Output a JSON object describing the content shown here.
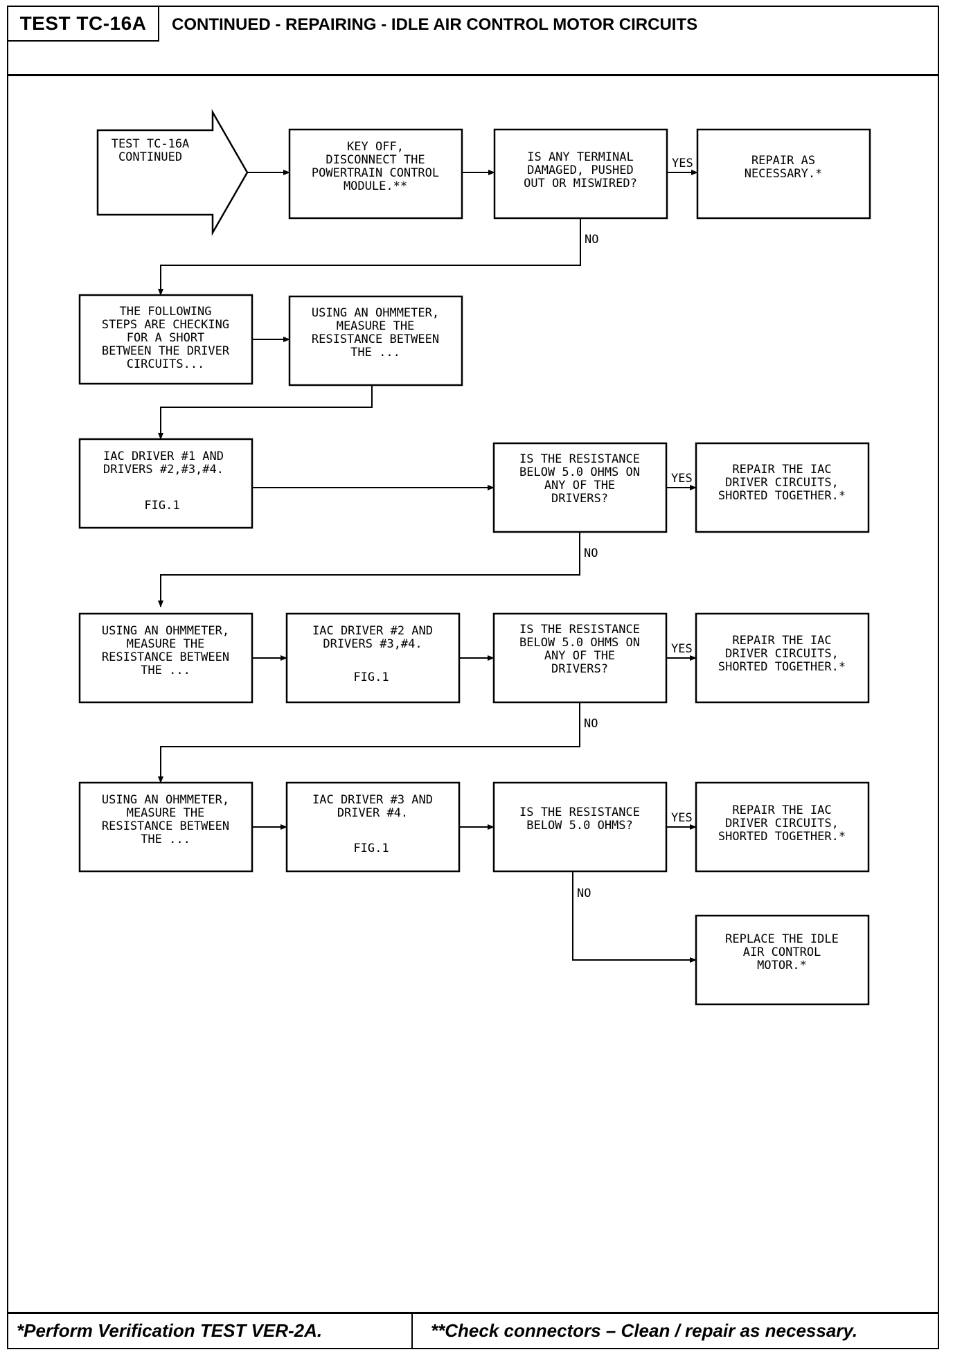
{
  "header": {
    "test_id": "TEST TC-16A",
    "title": "CONTINUED - REPAIRING - IDLE AIR CONTROL MOTOR CIRCUITS"
  },
  "flow": {
    "start": [
      "TEST TC-16A",
      "CONTINUED"
    ],
    "key_off": [
      "KEY OFF,",
      "DISCONNECT THE",
      "POWERTRAIN CONTROL",
      "MODULE.**"
    ],
    "terminal_q": [
      "IS ANY TERMINAL",
      "DAMAGED, PUSHED",
      "OUT OR MISWIRED?"
    ],
    "repair_as_necessary": [
      "REPAIR AS",
      "NECESSARY.*"
    ],
    "following_steps": [
      "THE FOLLOWING",
      "STEPS ARE CHECKING",
      "FOR A SHORT",
      "BETWEEN THE DRIVER",
      "CIRCUITS..."
    ],
    "using_ohmmeter_1": [
      "USING AN OHMMETER,",
      "MEASURE THE",
      "RESISTANCE BETWEEN",
      "THE ..."
    ],
    "iac_driver_1": [
      "IAC DRIVER #1 AND",
      "DRIVERS #2,#3,#4."
    ],
    "resistance_q1": [
      "IS THE RESISTANCE",
      "BELOW 5.0 OHMS ON",
      "ANY OF THE",
      "DRIVERS?"
    ],
    "repair_iac_1": [
      "REPAIR THE IAC",
      "DRIVER CIRCUITS,",
      "SHORTED TOGETHER.*"
    ],
    "using_ohmmeter_2": [
      "USING AN OHMMETER,",
      "MEASURE THE",
      "RESISTANCE BETWEEN",
      "THE ..."
    ],
    "iac_driver_2": [
      "IAC DRIVER #2 AND",
      "DRIVERS #3,#4."
    ],
    "resistance_q2": [
      "IS THE RESISTANCE",
      "BELOW 5.0 OHMS ON",
      "ANY OF THE",
      "DRIVERS?"
    ],
    "repair_iac_2": [
      "REPAIR THE IAC",
      "DRIVER CIRCUITS,",
      "SHORTED TOGETHER.*"
    ],
    "using_ohmmeter_3": [
      "USING AN OHMMETER,",
      "MEASURE THE",
      "RESISTANCE BETWEEN",
      "THE ..."
    ],
    "iac_driver_3": [
      "IAC DRIVER #3 AND",
      "DRIVER #4."
    ],
    "resistance_q3": [
      "IS THE RESISTANCE",
      "BELOW 5.0 OHMS?"
    ],
    "repair_iac_3": [
      "REPAIR THE IAC",
      "DRIVER CIRCUITS,",
      "SHORTED TOGETHER.*"
    ],
    "replace_iac": [
      "REPLACE THE IDLE",
      "AIR CONTROL",
      "MOTOR.*"
    ],
    "fig_label": "FIG.1",
    "yes_label": "YES",
    "no_label": "NO"
  },
  "footer": {
    "left_note": "*Perform Verification TEST VER-2A.",
    "right_note": "**Check connectors – Clean / repair as necessary."
  }
}
